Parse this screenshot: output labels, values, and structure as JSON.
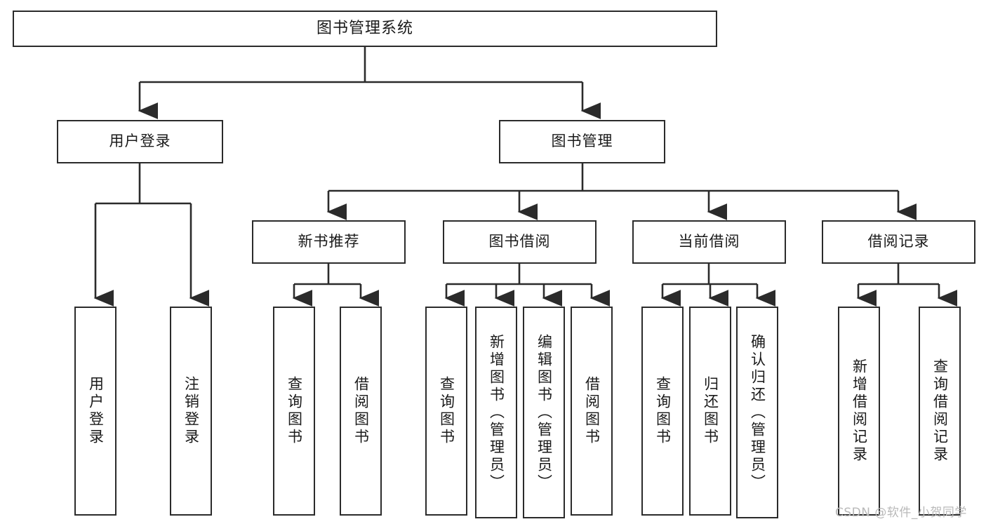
{
  "diagram": {
    "type": "tree",
    "title": "图书管理系统",
    "orientation": "top-down",
    "colors": {
      "background": "#ffffff",
      "border": "#2b2b2b",
      "text": "#1a1a1a",
      "edge": "#2b2b2b",
      "watermark": "#b9b9b9"
    }
  },
  "nodes": {
    "root": {
      "label": "图书管理系统"
    },
    "level2": [
      {
        "label": "用户登录"
      },
      {
        "label": "图书管理"
      }
    ],
    "level3": [
      {
        "label": "新书推荐"
      },
      {
        "label": "图书借阅"
      },
      {
        "label": "当前借阅"
      },
      {
        "label": "借阅记录"
      }
    ],
    "leaves": {
      "user_login": [
        {
          "label": "用户登录"
        },
        {
          "label": "注销登录"
        }
      ],
      "new_book_recommend": [
        {
          "label": "查询图书"
        },
        {
          "label": "借阅图书"
        }
      ],
      "book_borrow": [
        {
          "label": "查询图书"
        },
        {
          "label": "新增图书（管理员）"
        },
        {
          "label": "编辑图书（管理员）"
        },
        {
          "label": "借阅图书"
        }
      ],
      "current_borrow": [
        {
          "label": "查询图书"
        },
        {
          "label": "归还图书"
        },
        {
          "label": "确认归还（管理员）"
        }
      ],
      "borrow_record": [
        {
          "label": "新增借阅记录"
        },
        {
          "label": "查询借阅记录"
        }
      ]
    }
  },
  "watermark": {
    "text": "CSDN @软件_小贺同学"
  }
}
